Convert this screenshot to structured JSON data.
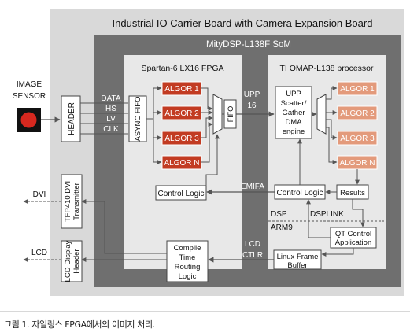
{
  "carrier_board": {
    "title": "Industrial IO Carrier Board with Camera Expansion Board"
  },
  "som": {
    "title": "MityDSP-L138F SoM"
  },
  "fpga": {
    "title": "Spartan-6 LX16 FPGA",
    "async_fifo": "ASYNC FIFO",
    "algor_blocks": [
      "ALGOR 1",
      "ALGOR 2",
      "ALGOR 3",
      "ALGOR N"
    ],
    "fifo": "FIFO",
    "control_logic": "Control Logic",
    "compile_time_routing_logic": [
      "Compile",
      "Time",
      "Routing",
      "Logic"
    ]
  },
  "processor": {
    "title": "TI OMAP-L138 processor",
    "upp_dma": [
      "UPP",
      "Scatter/",
      "Gather",
      "DMA",
      "engine"
    ],
    "algor_blocks": [
      "ALGOR 1",
      "ALGOR 2",
      "ALGOR 3",
      "ALGOR N"
    ],
    "control_logic": "Control Logic",
    "results": "Results",
    "qt_control": [
      "QT Control",
      "Application"
    ],
    "linux_frame_buffer": [
      "Linux Frame",
      "Buffer"
    ],
    "dsp_label": "DSP",
    "arm9_label": "ARM9",
    "dsplink_label": "DSPLINK"
  },
  "image_sensor": {
    "label": [
      "IMAGE",
      "SENSOR"
    ]
  },
  "header": {
    "label": "HEADER"
  },
  "signals": [
    "DATA",
    "HS",
    "LV",
    "CLK"
  ],
  "bus_labels": {
    "upp": "UPP",
    "upp_width": "16",
    "emifa": "EMIFA",
    "lcd_ctlr": [
      "LCD",
      "CTLR"
    ]
  },
  "dvi_transmitter": {
    "label": [
      "TFP410 DVI",
      "Transmitter"
    ]
  },
  "lcd_display_header": {
    "label": [
      "LCD Display",
      "Header"
    ]
  },
  "outputs": {
    "dvi": "DVI",
    "lcd": "LCD"
  },
  "caption": "그림 1. 자일링스 FPGA에서의 이미지 처리.",
  "colors": {
    "carrier_bg": "#d9d9d9",
    "som_bg": "#6f6f6f",
    "panel_bg": "#e8e8e8",
    "fpga_algor": "#c23b22",
    "dsp_algor": "#e39a7b",
    "sensor_red": "#d7281f"
  }
}
